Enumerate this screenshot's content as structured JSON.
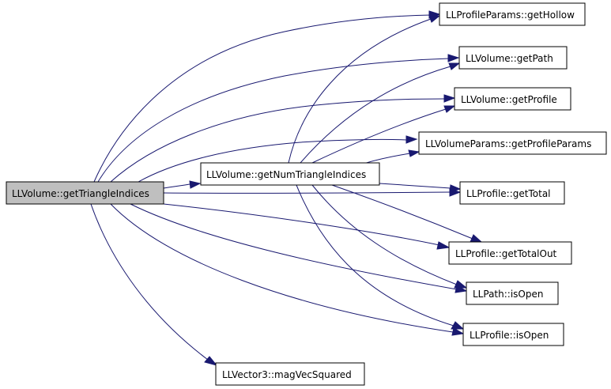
{
  "graph": {
    "root": "LLVolume::getTriangleIndices",
    "nodes": {
      "getTriangleIndices": "LLVolume::getTriangleIndices",
      "getNumTriangleIndices": "LLVolume::getNumTriangleIndices",
      "getHollow": "LLProfileParams::getHollow",
      "getPath": "LLVolume::getPath",
      "getProfile": "LLVolume::getProfile",
      "getProfileParams": "LLVolumeParams::getProfileParams",
      "profileGetTotal": "LLProfile::getTotal",
      "profileGetTotalOut": "LLProfile::getTotalOut",
      "pathIsOpen": "LLPath::isOpen",
      "profileIsOpen": "LLProfile::isOpen",
      "magVecSquared": "LLVector3::magVecSquared"
    },
    "edges": [
      [
        "getTriangleIndices",
        "getNumTriangleIndices"
      ],
      [
        "getTriangleIndices",
        "getHollow"
      ],
      [
        "getTriangleIndices",
        "getPath"
      ],
      [
        "getTriangleIndices",
        "getProfile"
      ],
      [
        "getTriangleIndices",
        "getProfileParams"
      ],
      [
        "getTriangleIndices",
        "profileGetTotal"
      ],
      [
        "getTriangleIndices",
        "profileGetTotalOut"
      ],
      [
        "getTriangleIndices",
        "pathIsOpen"
      ],
      [
        "getTriangleIndices",
        "profileIsOpen"
      ],
      [
        "getTriangleIndices",
        "magVecSquared"
      ],
      [
        "getNumTriangleIndices",
        "getHollow"
      ],
      [
        "getNumTriangleIndices",
        "getPath"
      ],
      [
        "getNumTriangleIndices",
        "getProfile"
      ],
      [
        "getNumTriangleIndices",
        "getProfileParams"
      ],
      [
        "getNumTriangleIndices",
        "profileGetTotal"
      ],
      [
        "getNumTriangleIndices",
        "profileGetTotalOut"
      ],
      [
        "getNumTriangleIndices",
        "pathIsOpen"
      ],
      [
        "getNumTriangleIndices",
        "profileIsOpen"
      ]
    ]
  },
  "colors": {
    "edge": "#191970",
    "root_fill": "#bfbfbf",
    "node_fill": "#ffffff",
    "border": "#000000"
  }
}
